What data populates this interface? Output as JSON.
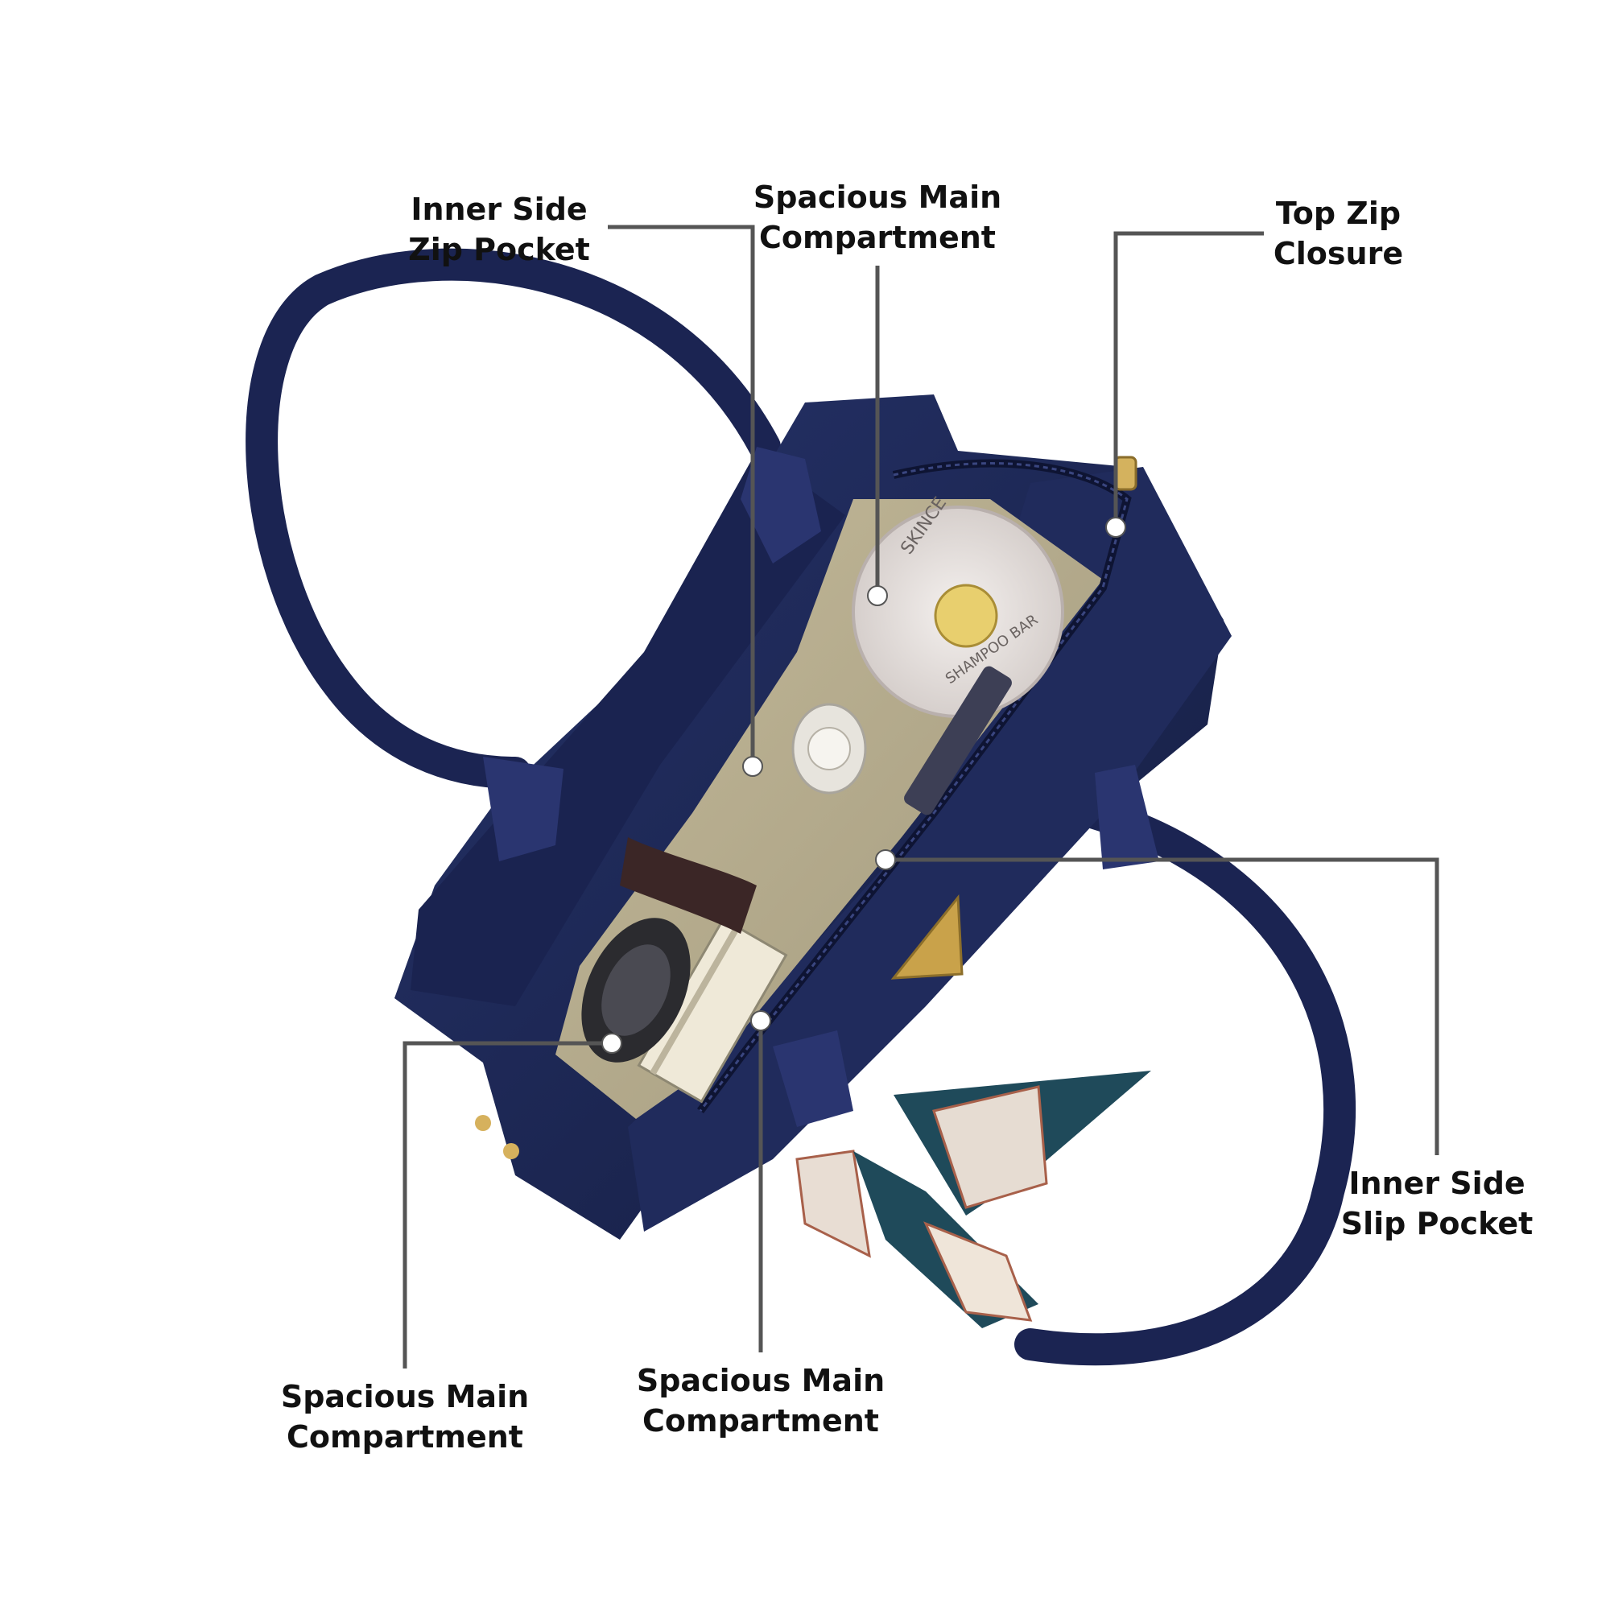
{
  "colors": {
    "background": "#ffffff",
    "bag_navy": "#1f2a5a",
    "bag_navy_dark": "#141c3f",
    "lining": "#b5ab8e",
    "callout_line": "#555555",
    "callout_dot": "#ffffff",
    "label_text": "#111111",
    "gold_badge": "#c9a24a",
    "scarf_teal": "#1f4a5a",
    "scarf_pattern": "#a8604a"
  },
  "icons": [
    "handbag-photo",
    "callout-dot-icon",
    "leader-line"
  ],
  "callouts": [
    {
      "id": "inner-side-zip-pocket",
      "line1": "Inner Side",
      "line2": "Zip Pocket"
    },
    {
      "id": "main-compartment-top",
      "line1": "Spacious Main",
      "line2": "Compartment"
    },
    {
      "id": "top-zip-closure",
      "line1": "Top Zip",
      "line2": "Closure"
    },
    {
      "id": "inner-side-slip-pocket",
      "line1": "Inner Side",
      "line2": "Slip Pocket"
    },
    {
      "id": "main-compartment-bottom-left",
      "line1": "Spacious Main",
      "line2": "Compartment"
    },
    {
      "id": "main-compartment-bottom-center",
      "line1": "Spacious Main",
      "line2": "Compartment"
    }
  ],
  "product_text": {
    "jar_brand": "SKINCE",
    "jar_product": "SHAMPOO BAR"
  }
}
